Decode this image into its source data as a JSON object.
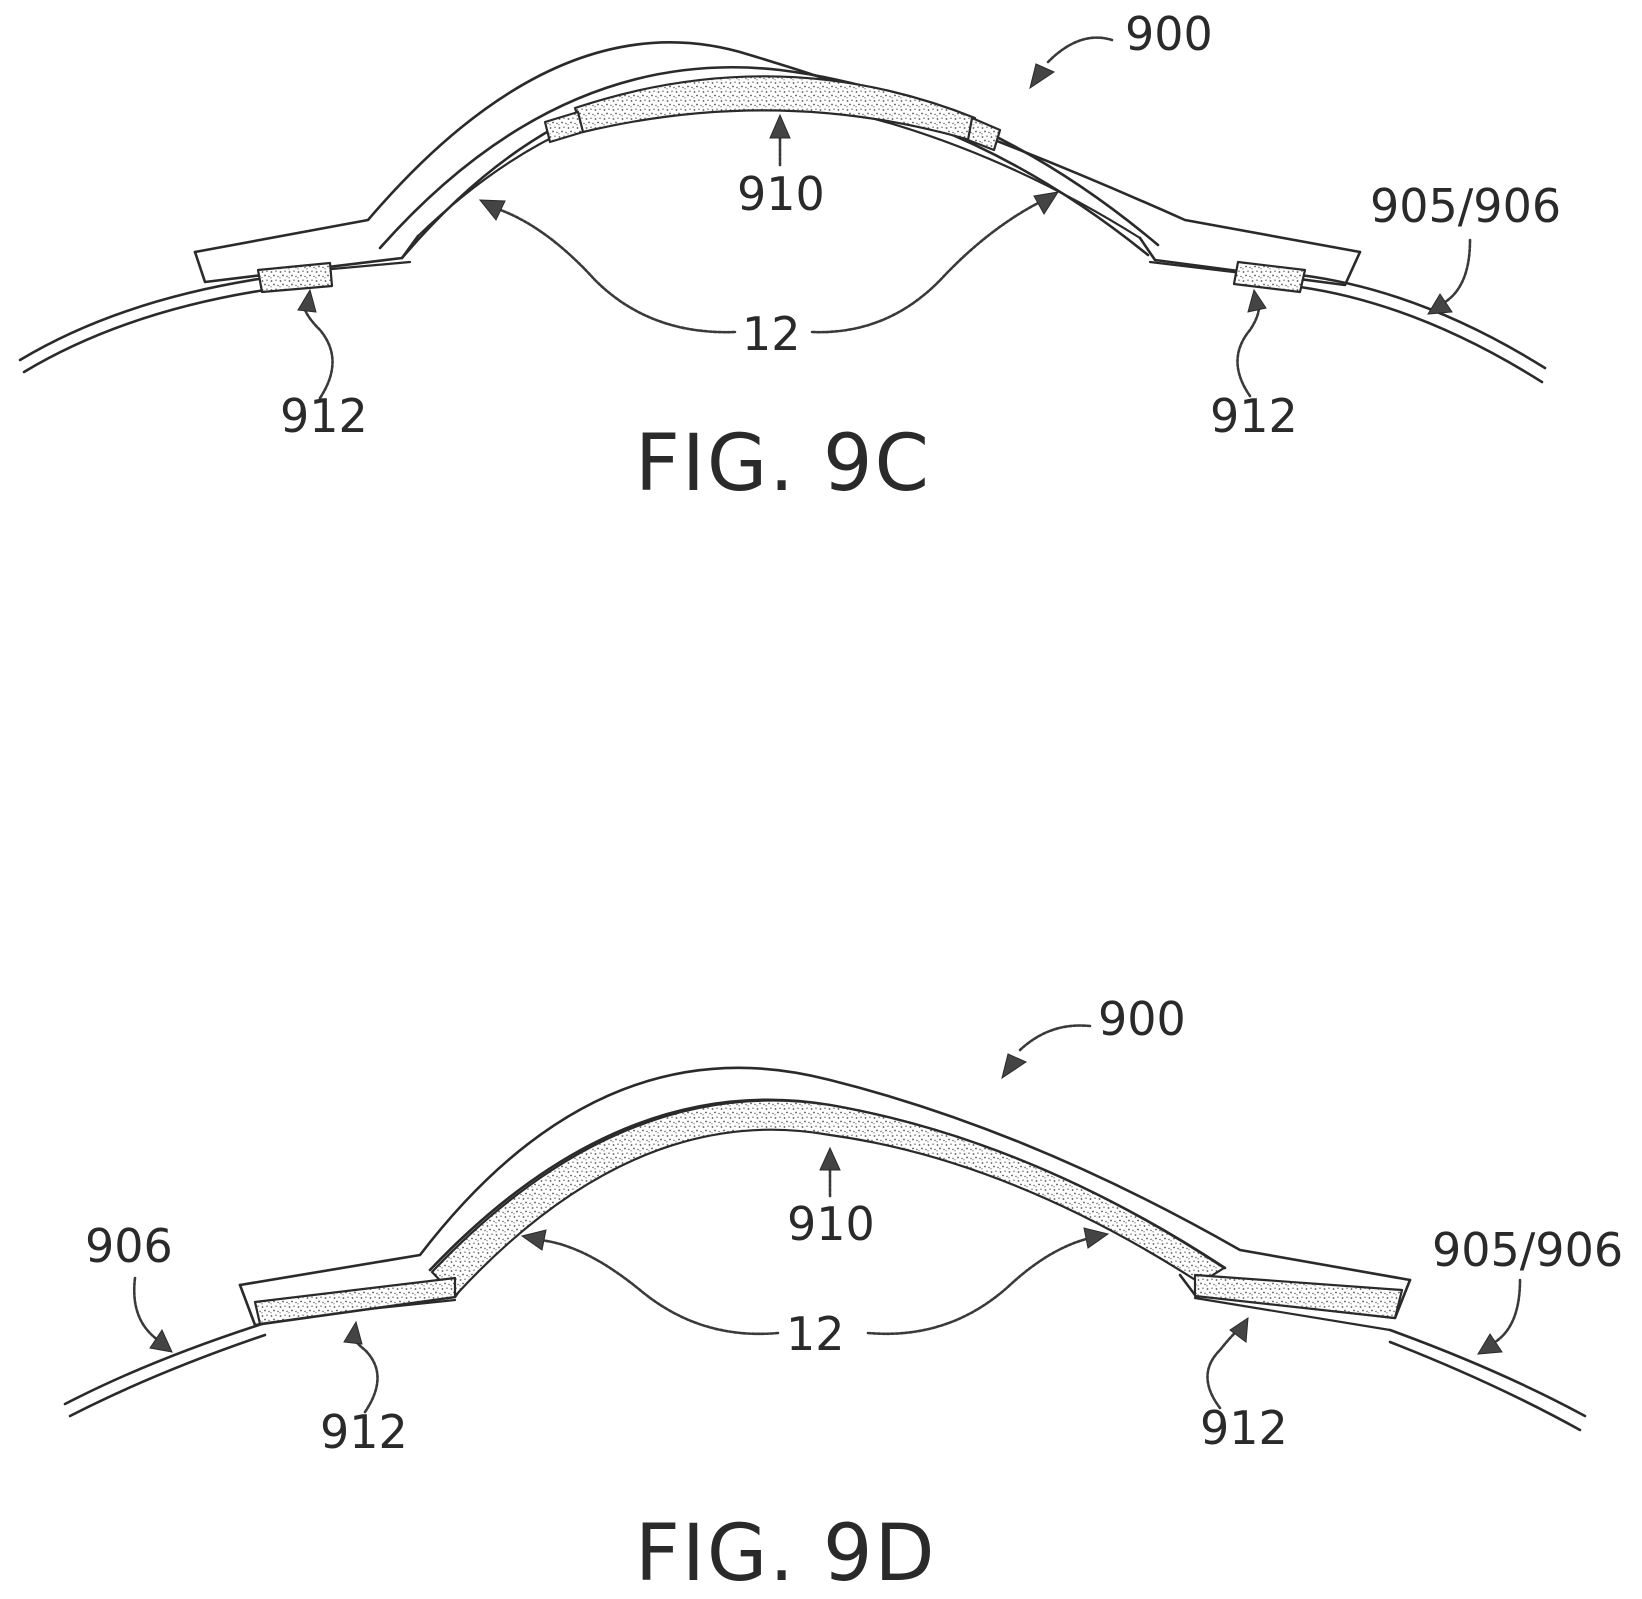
{
  "fig_9c": {
    "caption": "FIG. 9C",
    "labels": {
      "device": "900",
      "central_seal": "910",
      "cornea": "12",
      "tear_layer": "905/906",
      "peripheral_seal_left": "912",
      "peripheral_seal_right": "912"
    }
  },
  "fig_9d": {
    "caption": "FIG. 9D",
    "labels": {
      "device": "900",
      "central_seal": "910",
      "cornea": "12",
      "tear_layer_left": "906",
      "tear_layer_right": "905/906",
      "peripheral_seal_left": "912",
      "peripheral_seal_right": "912"
    }
  }
}
